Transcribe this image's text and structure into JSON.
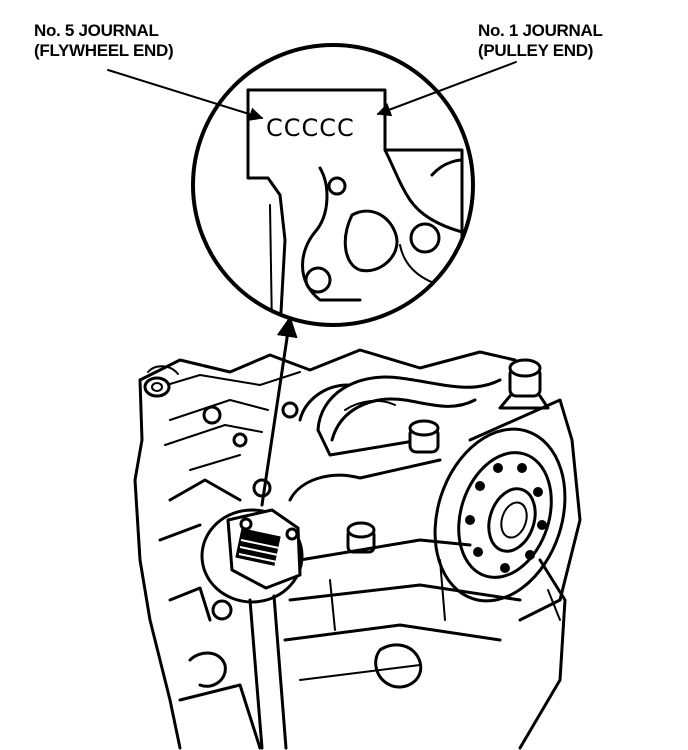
{
  "labels": {
    "journal_5_line1": "No. 5 JOURNAL",
    "journal_5_line2": "(FLYWHEEL END)",
    "journal_1_line1": "No. 1 JOURNAL",
    "journal_1_line2": "(PULLEY END)"
  },
  "detail": {
    "journal_code_letters": "CCCCC"
  },
  "colors": {
    "ink": "#000000",
    "paper": "#ffffff"
  }
}
